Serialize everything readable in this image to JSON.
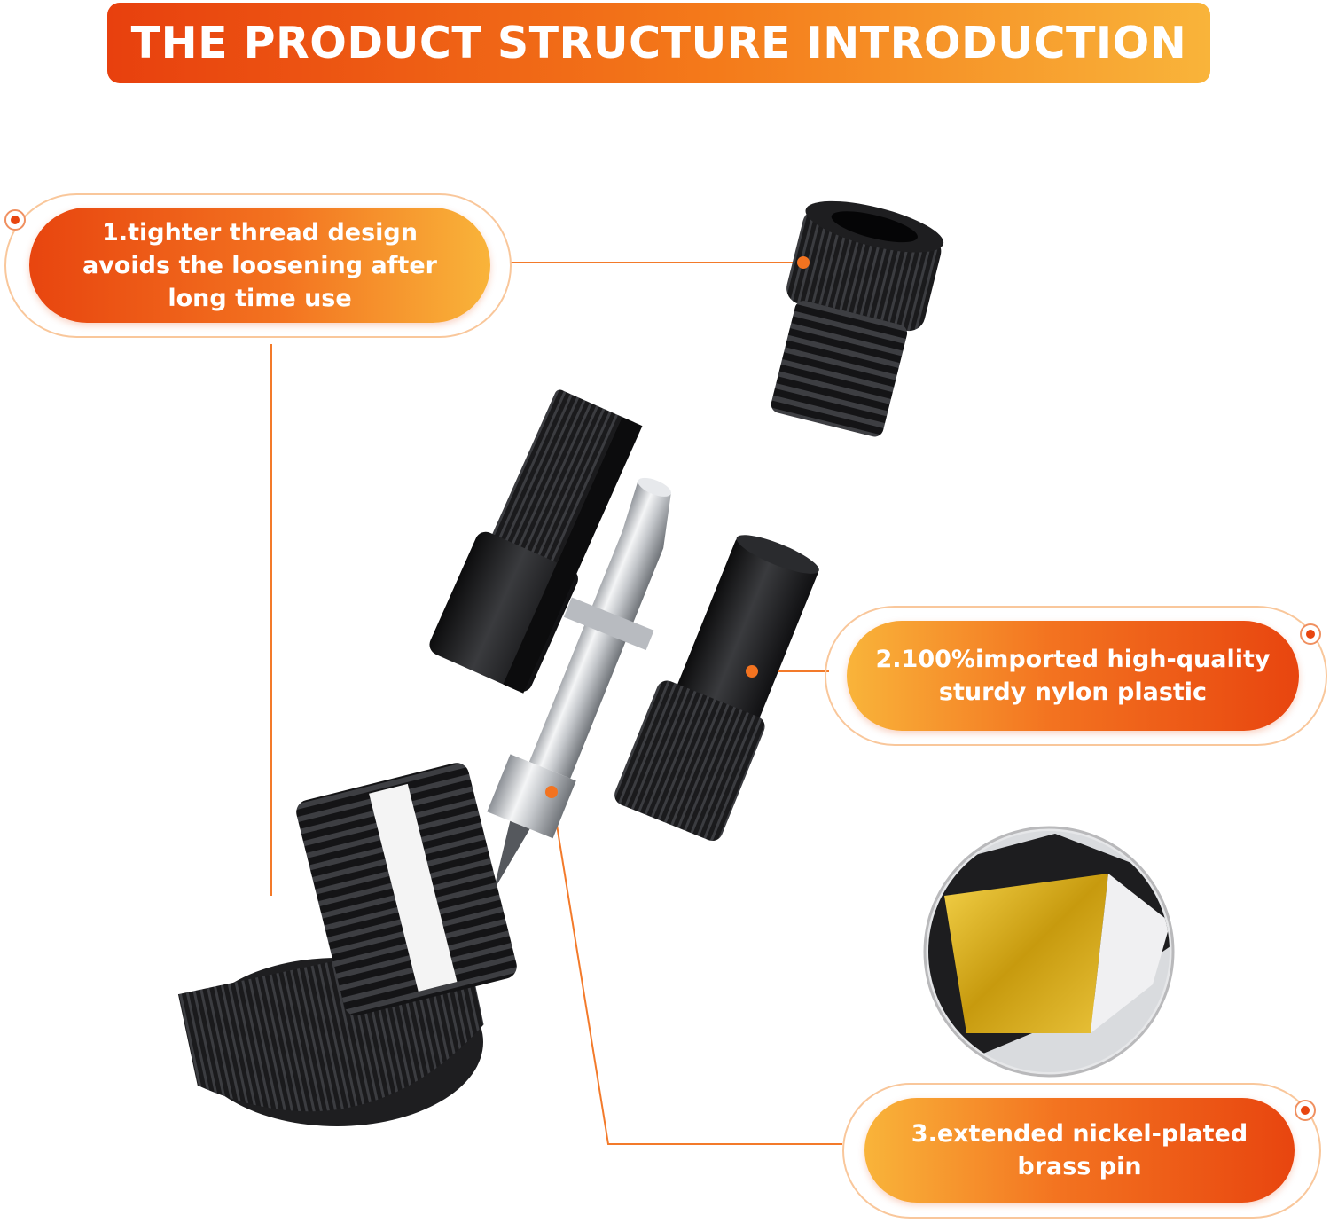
{
  "title": "THE PRODUCT STRUCTURE INTRODUCTION",
  "callouts": [
    {
      "id": "thread",
      "text": "1.tighter thread design\navoids the loosening after\nlong time use"
    },
    {
      "id": "nylon",
      "text": "2.100%imported high-quality\nsturdy nylon plastic"
    },
    {
      "id": "pin",
      "text": "3.extended nickel-plated\nbrass pin"
    }
  ],
  "colors": {
    "accent_dark": "#e8450f",
    "accent_mid": "#f37320",
    "accent_light": "#f9b43a",
    "outline": "#f9c79b",
    "part_black": "#1c1c1e",
    "metal": "#c9ccd0"
  },
  "icons": [
    "thread-cap-part",
    "split-housing-part",
    "brass-pin-part",
    "knurled-nut-part",
    "gold-plating-swatch"
  ]
}
